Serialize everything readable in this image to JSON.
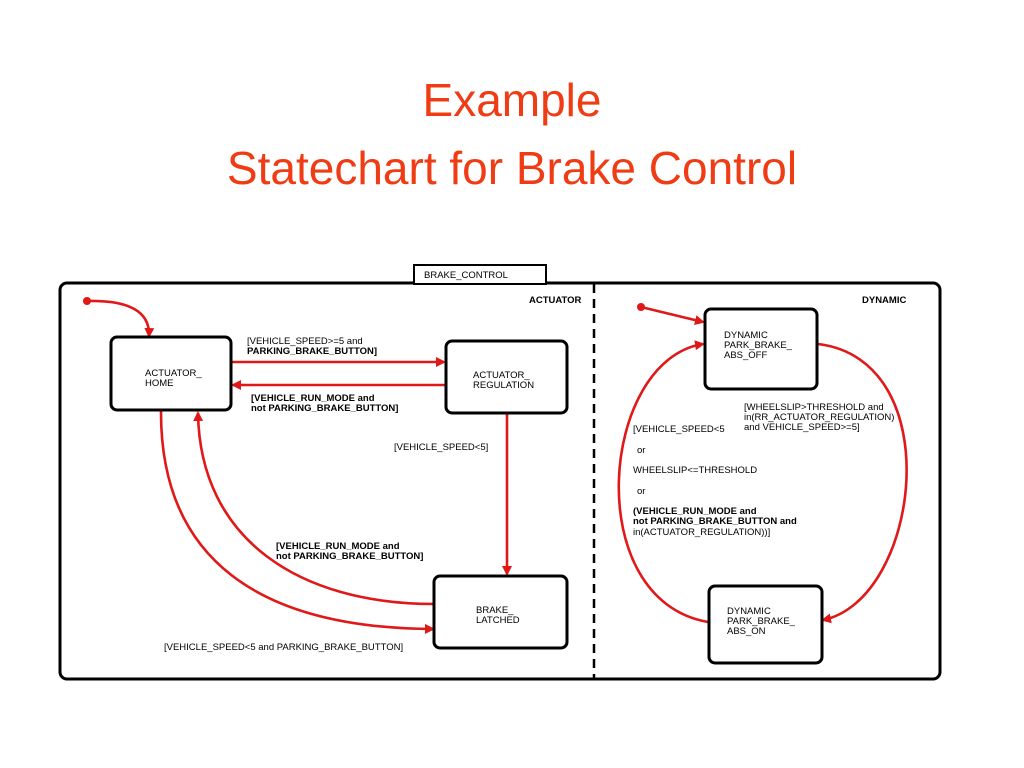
{
  "slide": {
    "title_line1": "Example",
    "title_line2": "Statechart for Brake Control",
    "title_color": "#f03c14",
    "transition_color": "#e01818"
  },
  "chart": {
    "tab_label": "BRAKE_CONTROL",
    "regions": {
      "actuator": "ACTUATOR",
      "dynamic": "DYNAMIC"
    },
    "states": {
      "actuator_home": [
        "ACTUATOR_",
        "HOME"
      ],
      "actuator_regulation": [
        "ACTUATOR_",
        "REGULATION"
      ],
      "brake_latched": [
        "BRAKE_",
        "LATCHED"
      ],
      "park_brake_abs_off": [
        "DYNAMIC",
        "PARK_BRAKE_",
        "ABS_OFF"
      ],
      "park_brake_abs_on": [
        "DYNAMIC",
        "PARK_BRAKE_",
        "ABS_ON"
      ]
    },
    "transitions": {
      "home_to_regulation": [
        "[VEHICLE_SPEED>=5 and",
        " PARKING_BRAKE_BUTTON]"
      ],
      "regulation_to_home": [
        "[VEHICLE_RUN_MODE and",
        " not PARKING_BRAKE_BUTTON]"
      ],
      "regulation_to_latched": [
        "[VEHICLE_SPEED<5]"
      ],
      "latched_to_home": [
        "[VEHICLE_RUN_MODE and",
        " not PARKING_BRAKE_BUTTON]"
      ],
      "home_to_latched": [
        "[VEHICLE_SPEED<5 and PARKING_BRAKE_BUTTON]"
      ],
      "off_to_on": [
        "[WHEELSLIP>THRESHOLD and",
        " in(RR_ACTUATOR_REGULATION)",
        " and VEHICLE_SPEED>=5]"
      ],
      "on_to_off": [
        "[VEHICLE_SPEED<5",
        "or",
        "WHEELSLIP<=THRESHOLD",
        "or",
        "(VEHICLE_RUN_MODE and",
        " not PARKING_BRAKE_BUTTON and",
        " in(ACTUATOR_REGULATION))]"
      ]
    }
  }
}
